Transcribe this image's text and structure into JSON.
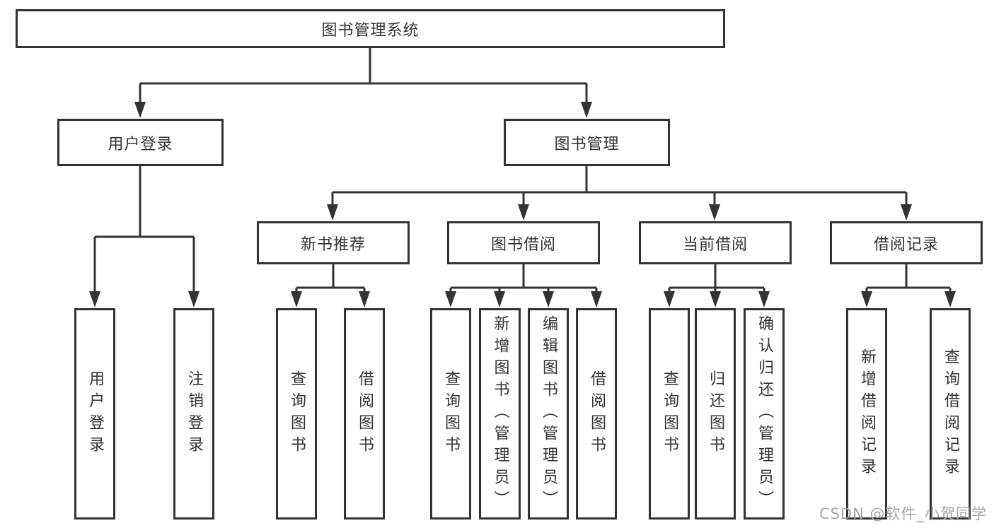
{
  "diagram": {
    "root": {
      "label": "图书管理系统"
    },
    "nodes": [
      {
        "label": "用户登录",
        "leaves": [
          "用户登录",
          "注销登录"
        ]
      },
      {
        "label": "图书管理",
        "children": [
          {
            "label": "新书推荐",
            "leaves": [
              "查询图书",
              "借阅图书"
            ]
          },
          {
            "label": "图书借阅",
            "leaves": [
              "查询图书",
              "新增图书（管理员）",
              "编辑图书（管理员）",
              "借阅图书"
            ]
          },
          {
            "label": "当前借阅",
            "leaves": [
              "查询图书",
              "归还图书",
              "确认归还（管理员）"
            ]
          },
          {
            "label": "借阅记录",
            "leaves": [
              "新增借阅记录",
              "查询借阅记录"
            ]
          }
        ]
      }
    ]
  },
  "watermark": "CSDN @软件_小贺同学",
  "colors": {
    "line": "#333333",
    "text": "#333333",
    "watermark": "#a6a6a6",
    "background": "#ffffff"
  }
}
